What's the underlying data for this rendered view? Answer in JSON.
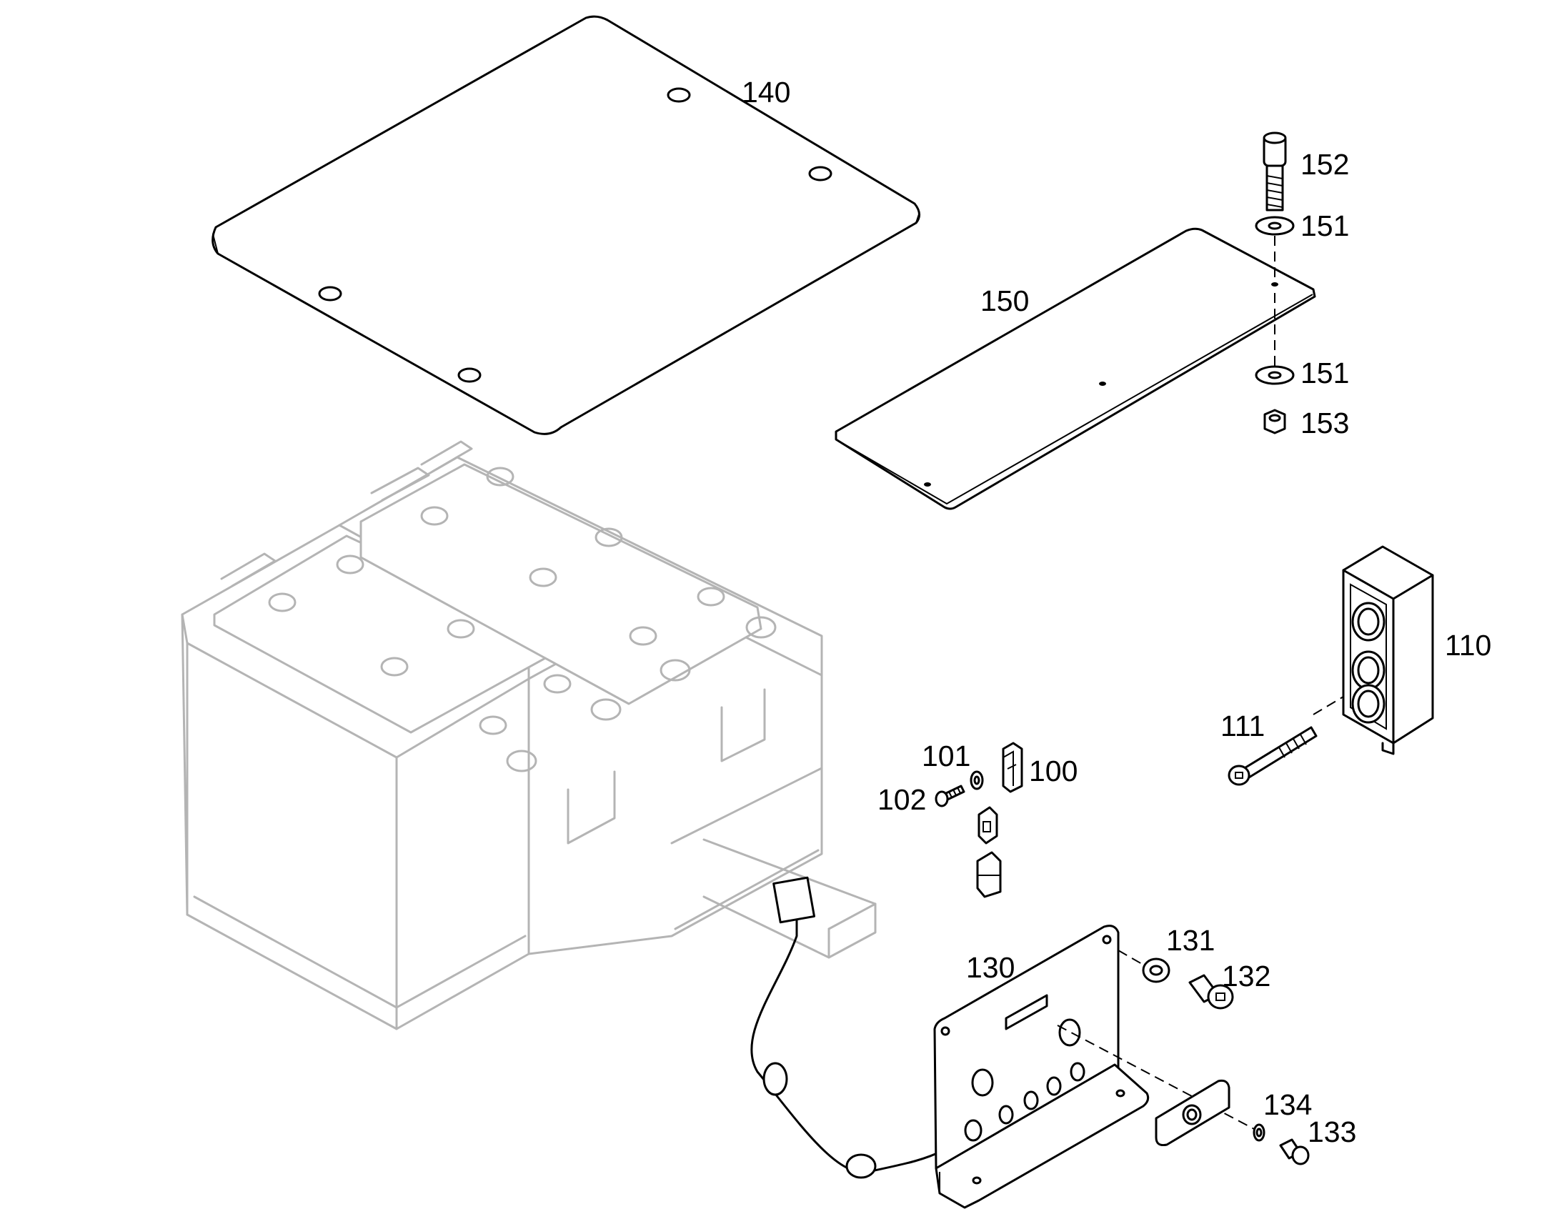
{
  "parts": {
    "p140": "140",
    "p150": "150",
    "p152": "152",
    "p151a": "151",
    "p151b": "151",
    "p153": "153",
    "p110": "110",
    "p111": "111",
    "p101": "101",
    "p100": "100",
    "p102": "102",
    "p130": "130",
    "p131": "131",
    "p132": "132",
    "p134": "134",
    "p133": "133"
  }
}
